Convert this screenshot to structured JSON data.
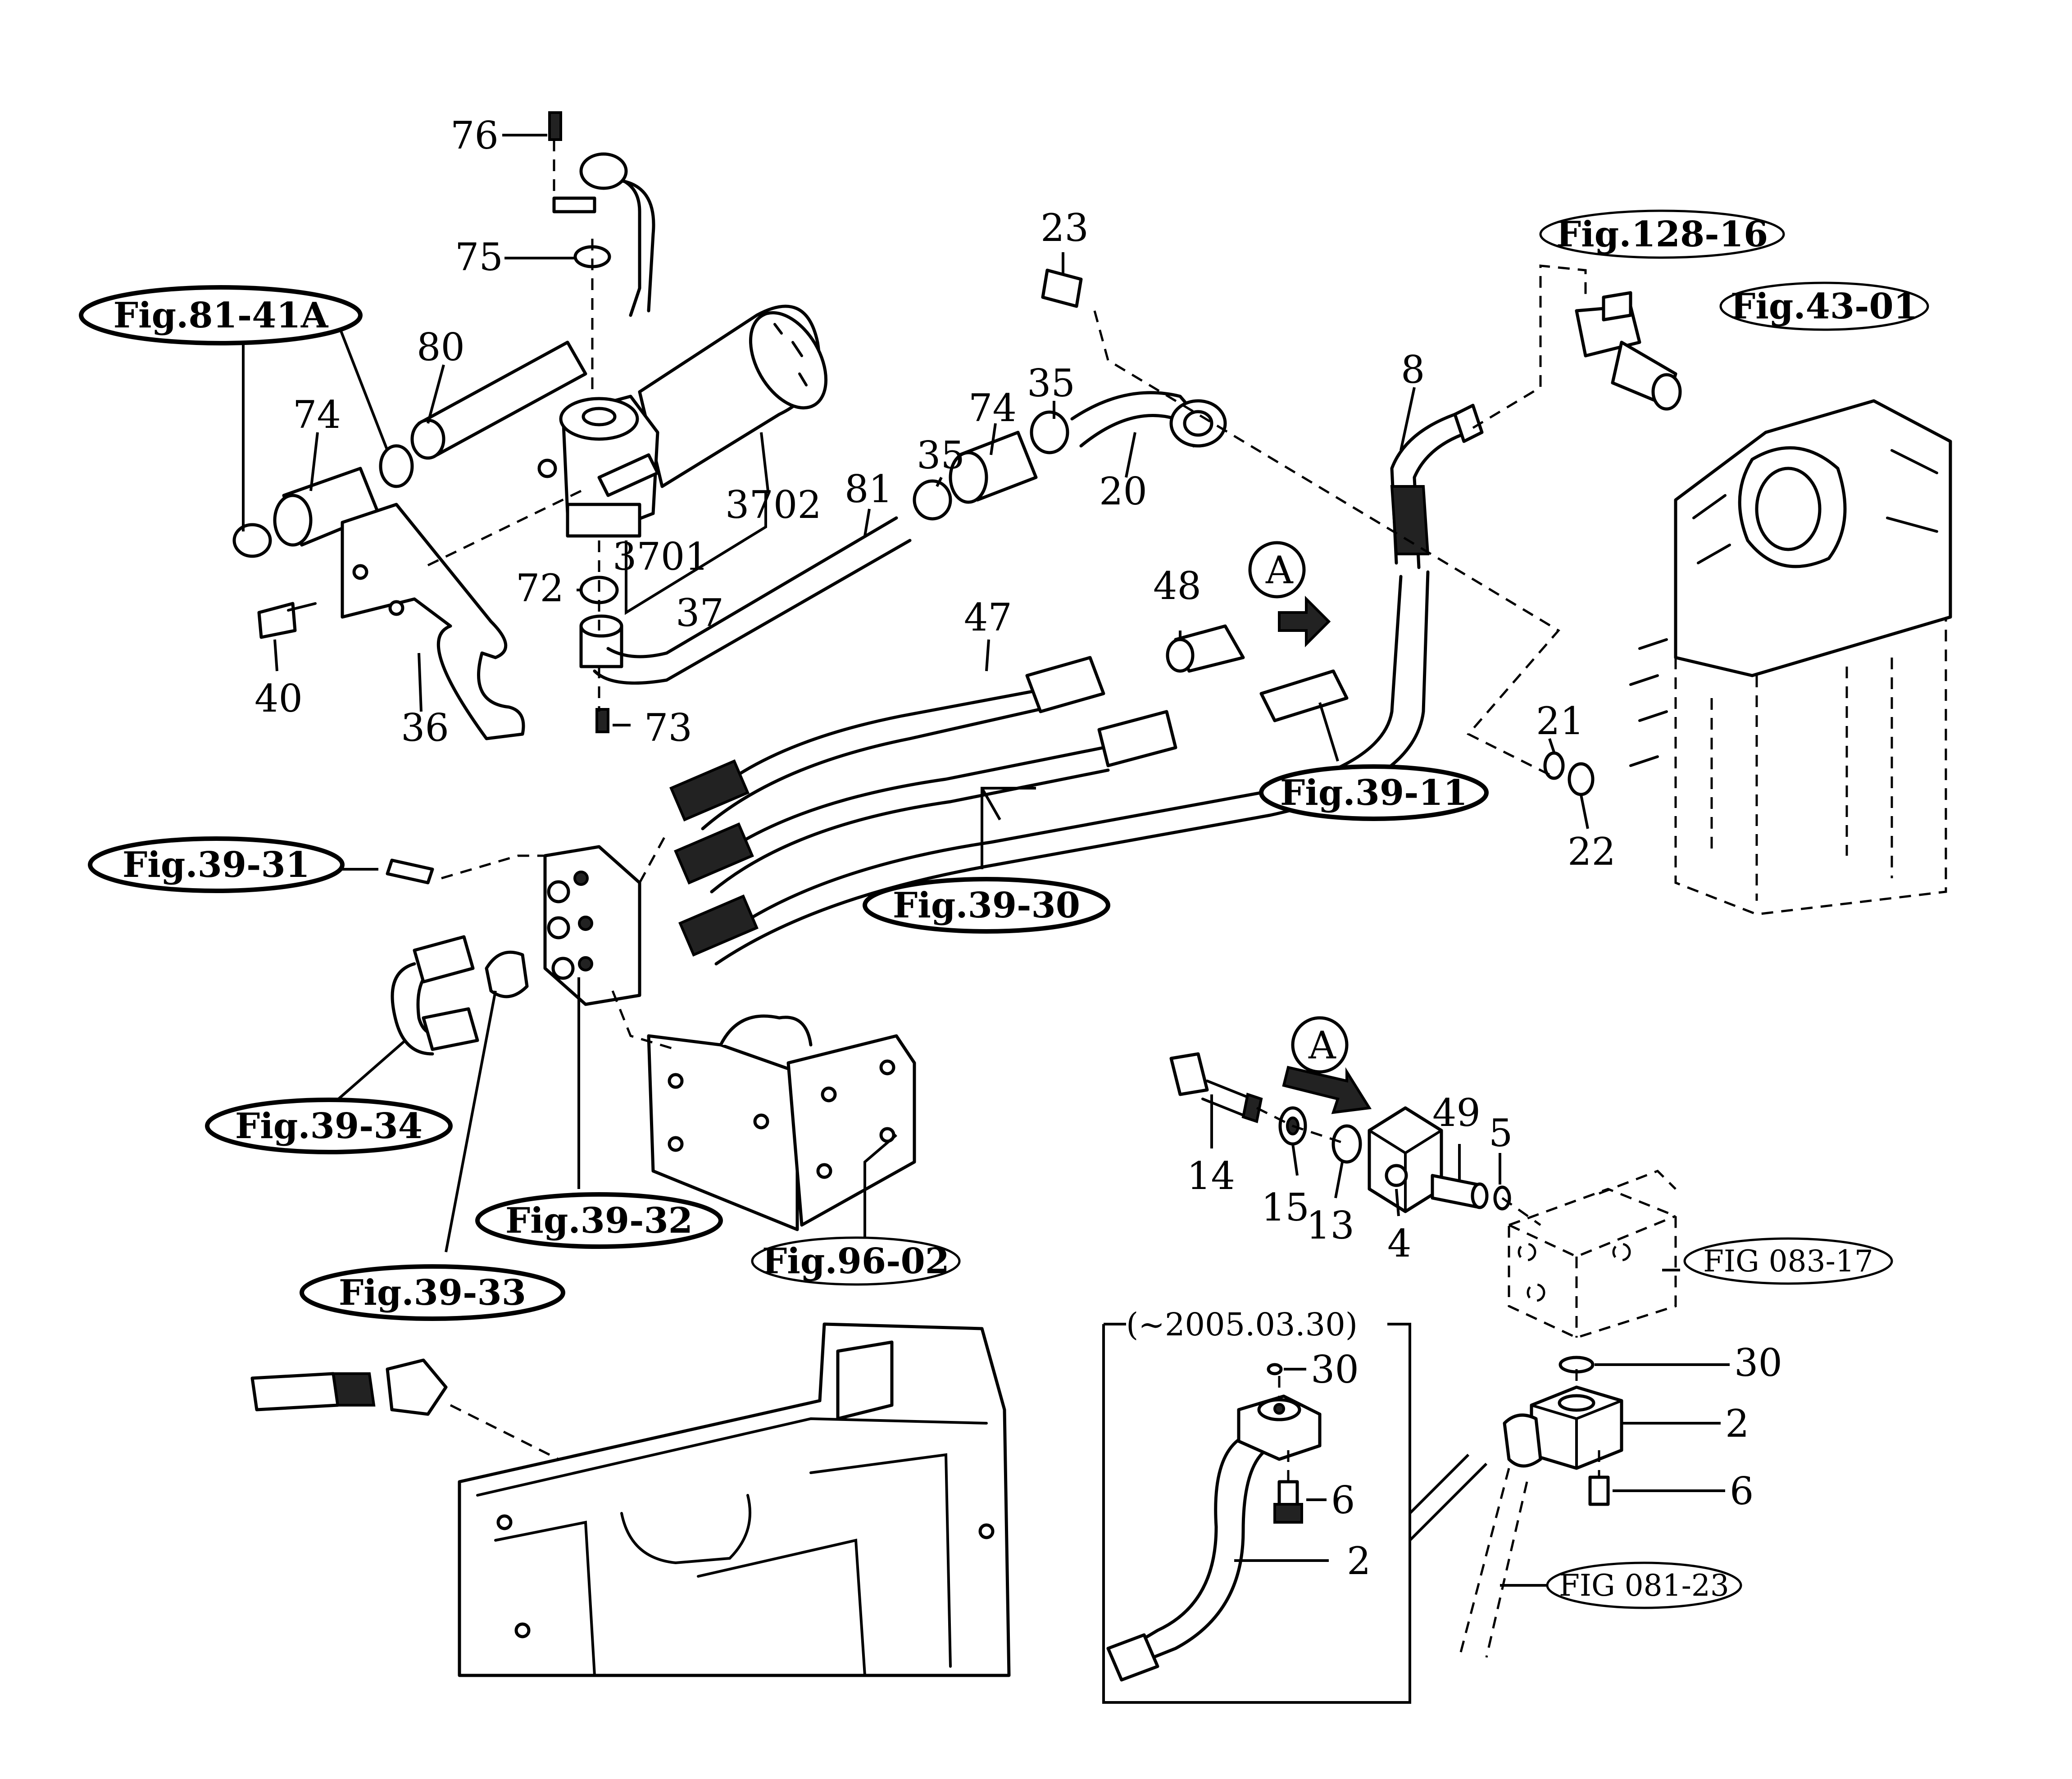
{
  "callouts": {
    "c76": "76",
    "c75": "75",
    "c80": "80",
    "c74a": "74",
    "c3702": "3702",
    "c3701": "3701",
    "c72": "72",
    "c37": "37",
    "c40": "40",
    "c36": "36",
    "c73": "73",
    "c81": "81",
    "c35a": "35",
    "c74b": "74",
    "c35b": "35",
    "c20": "20",
    "c23": "23",
    "c8": "8",
    "c47": "47",
    "c48": "48",
    "c21": "21",
    "c22": "22",
    "c14": "14",
    "c15": "15",
    "c13": "13",
    "c4": "4",
    "c49": "49",
    "c5": "5",
    "c30a": "30",
    "c2a": "2",
    "c6a": "6",
    "c30b": "30",
    "c6b": "6",
    "c2b": "2"
  },
  "view_marks": {
    "a_top": "A",
    "a_bottom": "A"
  },
  "figure_refs": {
    "fig81_41a": "Fig.81-41A",
    "fig128_16": "Fig.128-16",
    "fig43_01": "Fig.43-01",
    "fig39_11": "Fig.39-11",
    "fig39_31": "Fig.39-31",
    "fig39_30": "Fig.39-30",
    "fig39_34": "Fig.39-34",
    "fig39_32": "Fig.39-32",
    "fig39_33": "Fig.39-33",
    "fig96_02": "Fig.96-02",
    "fig083_17": "FIG 083-17",
    "fig081_23": "FIG 081-23"
  },
  "inset_label": "(~2005.03.30)"
}
